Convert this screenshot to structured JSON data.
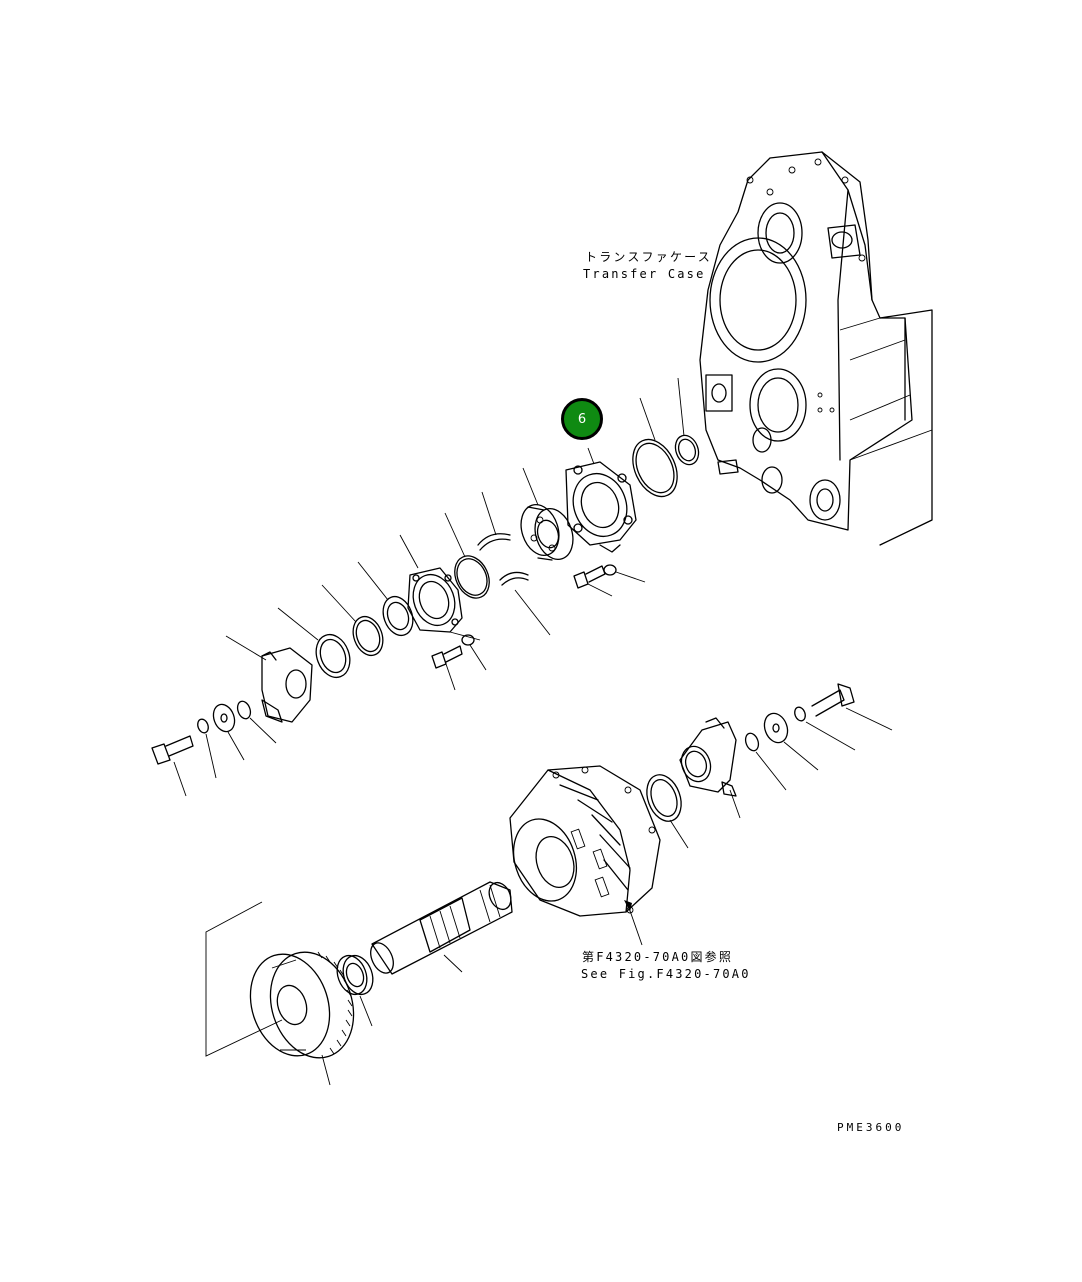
{
  "labels": {
    "transfer_case_jp": "トランスファケース",
    "transfer_case_en": "Transfer Case",
    "see_fig_jp": "第F4320-70A0図参照",
    "see_fig_en": "See Fig.F4320-70A0",
    "drawing_code": "PME3600"
  },
  "callouts": [
    {
      "number": "6",
      "color": "#0f8a12"
    }
  ],
  "colors": {
    "line": "#000000",
    "background": "#ffffff",
    "callout_fill": "#0f8a12"
  }
}
